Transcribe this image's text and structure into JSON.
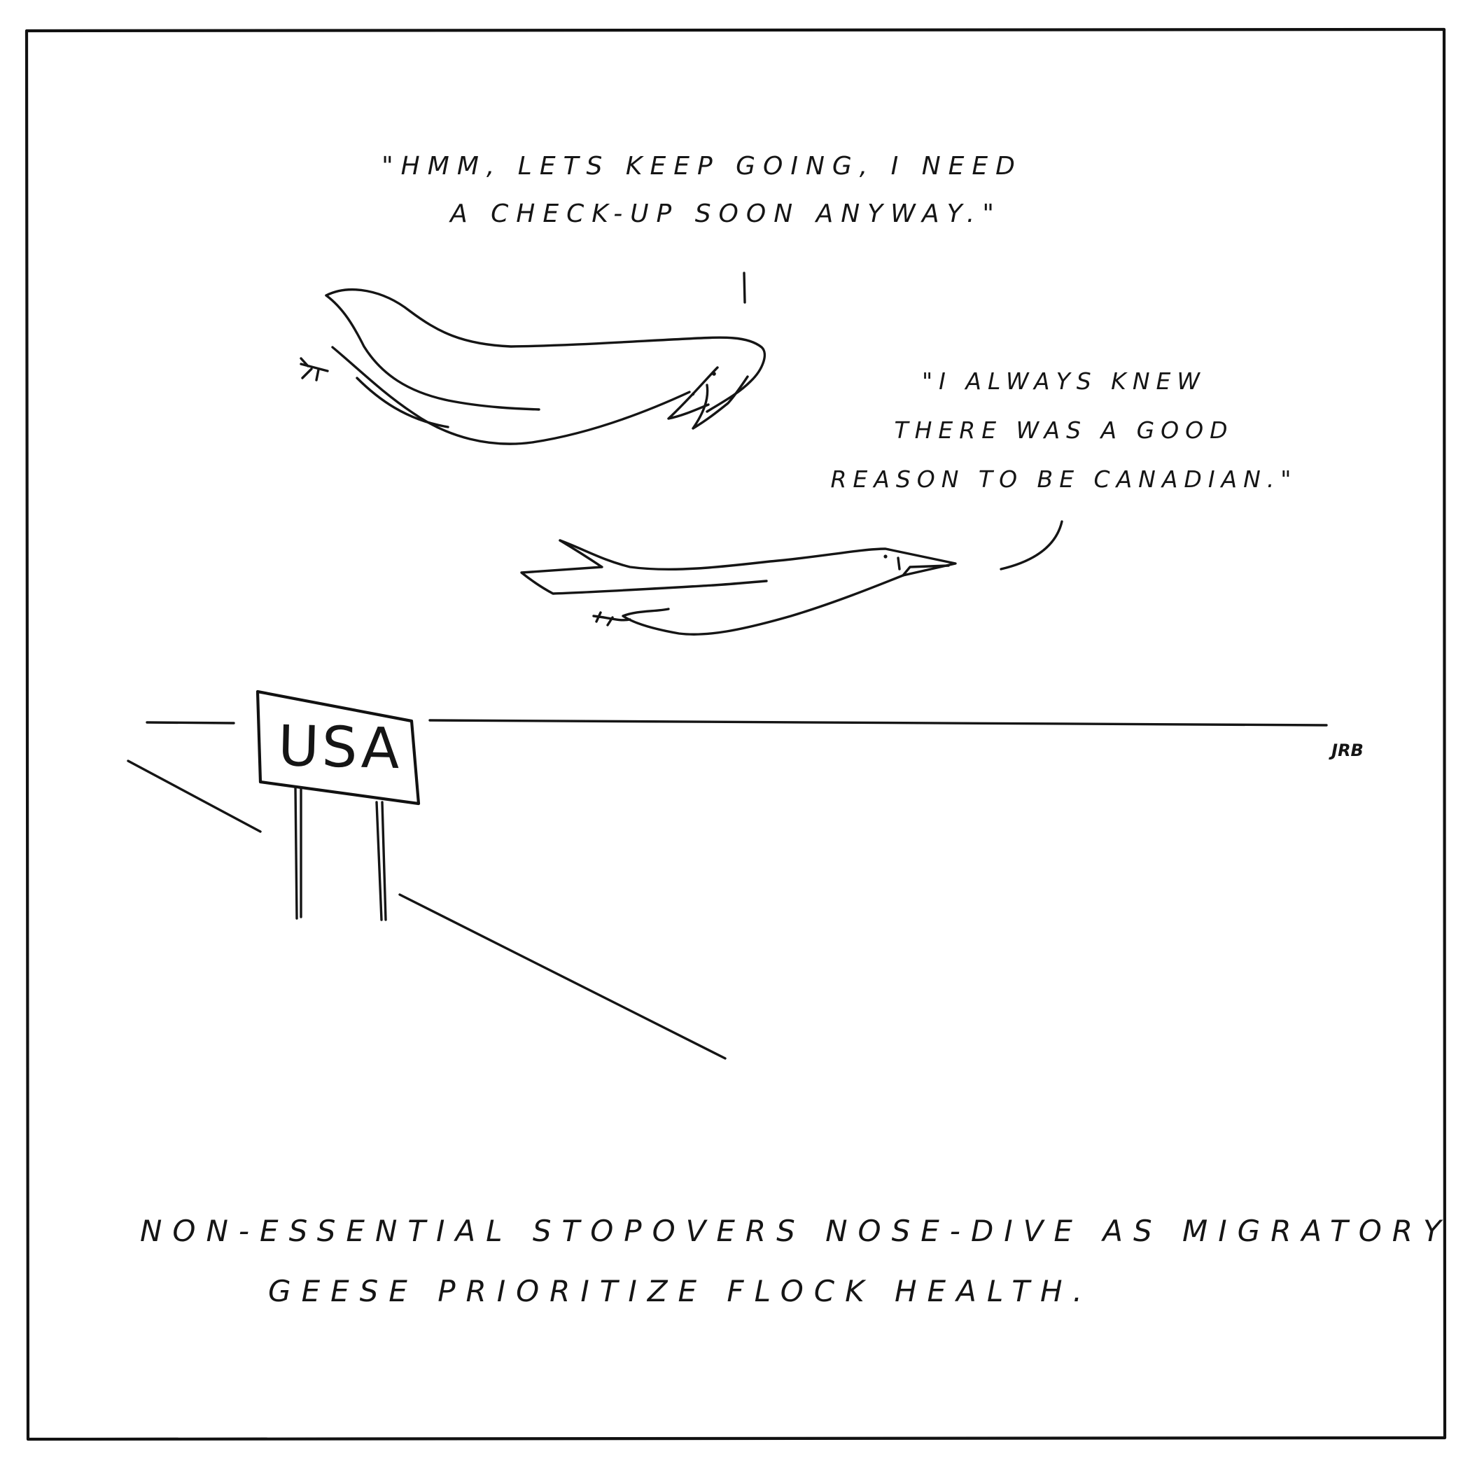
{
  "speech_top": {
    "line1": "\"HMM, LETS KEEP GOING, I NEED",
    "line2": "A CHECK-UP SOON ANYWAY.\""
  },
  "speech_middle": {
    "line1": "\"I ALWAYS KNEW",
    "line2": "THERE WAS A GOOD",
    "line3": "REASON TO BE CANADIAN.\""
  },
  "sign": {
    "text": "USA"
  },
  "signature": {
    "text": "JRB"
  },
  "caption": {
    "line1": "NON-ESSENTIAL STOPOVERS NOSE-DIVE AS MIGRATORY",
    "line2": "GEESE PRIORITIZE FLOCK HEALTH."
  },
  "colors": {
    "ink": "#151515",
    "paper": "#ffffff"
  }
}
